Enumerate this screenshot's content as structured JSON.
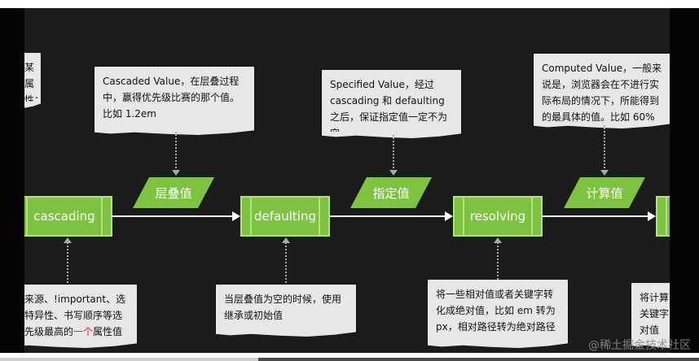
{
  "notes": {
    "top_left_cut": "某属\n性：",
    "cascaded": "Cascaded Value，在层叠过程中，赢得优先级比赛的那个值。比如 1.2em",
    "specified": "Specified Value，经过 cascading 和 defaulting 之后，保证指定值一定不为空",
    "computed": "Computed Value，一般来说是，浏览器会在不进行实际布局的情况下，所能得到的最具体的值。比如 60%",
    "bottom_left_line1": "来源、!important、选",
    "bottom_left_line2": "特异性、书写顺序等选",
    "bottom_left_line3_a": "先级最高的",
    "bottom_left_line3_b": "一个",
    "bottom_left_line3_c": "属性值",
    "defaulting_note": "当层叠值为空的时候，使用继承或初始值",
    "resolving_note": "将一些相对值或者关键字转化成绝对值，比如 em 转为 px，相对路径转为绝对路径",
    "right_cut_line1": "将计算",
    "right_cut_line2": "关键字",
    "right_cut_line3": "对值"
  },
  "steps": {
    "cascading": "cascading",
    "defaulting": "defaulting",
    "resolving": "resolving"
  },
  "values": {
    "cascaded": "层叠值",
    "specified": "指定值",
    "computed": "计算值"
  },
  "watermark": "@稀土掘金技术社区",
  "video_progress": 0.37
}
